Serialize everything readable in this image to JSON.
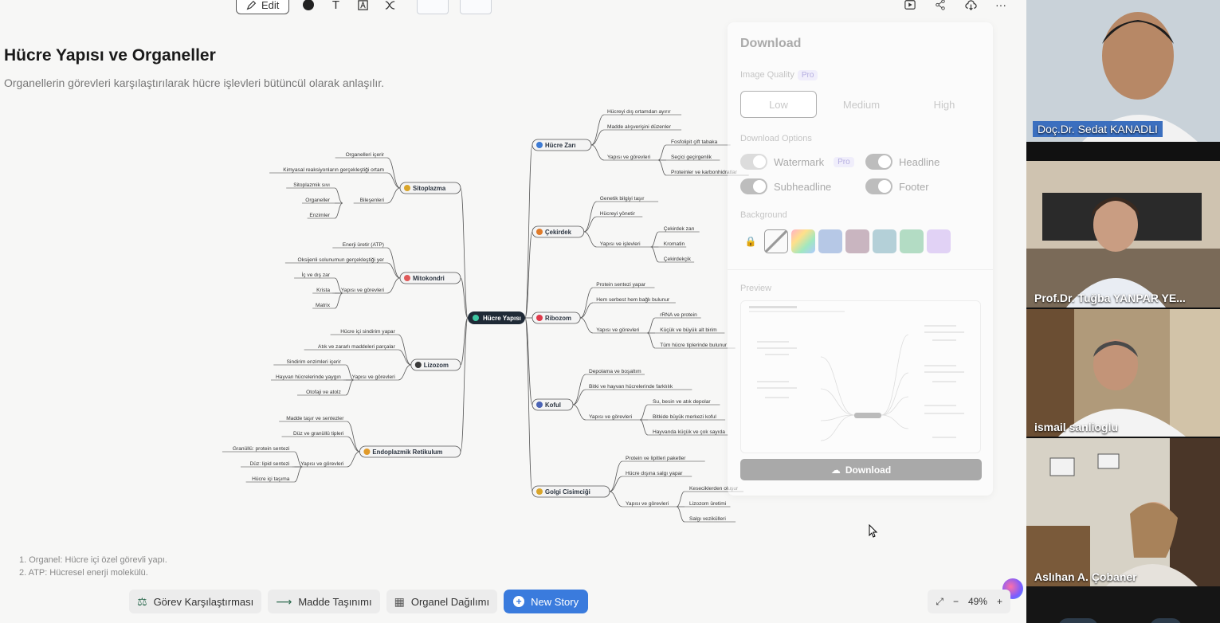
{
  "toolbar": {
    "edit_label": "Edit",
    "text_icon": "T",
    "more_icon": "···"
  },
  "header": {
    "title": "Hücre Yapısı ve Organeller",
    "subtitle": "Organellerin görevleri karşılaştırılarak hücre işlevleri bütüncül olarak anlaşılır."
  },
  "mindmap": {
    "root": "Hücre Yapısı",
    "left": [
      {
        "label": "Sitoplazma",
        "children": [
          "Organelleri içerir",
          "Kimyasal reaksiyonların gerçekleştiği ortam",
          "Bileşenleri"
        ],
        "sub": [
          "Sitoplazmik sıvı",
          "Organeller",
          "Enzimler"
        ]
      },
      {
        "label": "Mitokondri",
        "children": [
          "Enerji üretir (ATP)",
          "Oksijenli solunumun gerçekleştiği yer",
          "Yapısı ve görevleri"
        ],
        "sub": [
          "İç ve dış zar",
          "Krista",
          "Matrix"
        ]
      },
      {
        "label": "Lizozom",
        "children": [
          "Hücre içi sindirim yapar",
          "Atık ve zararlı maddeleri parçalar",
          "Yapısı ve görevleri"
        ],
        "sub": [
          "Sindirim enzimleri içerir",
          "Hayvan hücrelerinde yaygın",
          "Otofaji ve atolz"
        ]
      },
      {
        "label": "Endoplazmik Retikulum",
        "children": [
          "Madde taşır ve sentezler",
          "Düz ve granüllü tipleri",
          "Yapısı ve görevleri"
        ],
        "sub": [
          "Granüllü: protein sentezi",
          "Düz: lipid sentezi",
          "Hücre içi taşıma"
        ]
      }
    ],
    "right": [
      {
        "label": "Hücre Zarı",
        "children": [
          "Hücreyi dış ortamdan ayırır",
          "Madde alışverişini düzenler",
          "Yapısı ve görevleri"
        ],
        "sub": [
          "Fosfolipit çift tabaka",
          "Seçici geçirgenlik",
          "Proteinler ve karbonhidratlar"
        ]
      },
      {
        "label": "Çekirdek",
        "children": [
          "Genetik bilgiyi taşır",
          "Hücreyi yönetir",
          "Yapısı ve işlevleri"
        ],
        "sub": [
          "Çekirdek zarı",
          "Kromatin",
          "Çekirdekçik"
        ]
      },
      {
        "label": "Ribozom",
        "children": [
          "Protein sentezi yapar",
          "Hem serbest hem bağlı bulunur",
          "Yapısı ve görevleri"
        ],
        "sub": [
          "rRNA ve protein",
          "Küçük ve büyük alt birim",
          "Tüm hücre tiplerinde bulunur"
        ]
      },
      {
        "label": "Koful",
        "children": [
          "Depolama ve boşaltım",
          "Bitki ve hayvan hücrelerinde farklılık",
          "Yapısı ve görevleri"
        ],
        "sub": [
          "Su, besin ve atık depolar",
          "Bitkide büyük merkezi koful",
          "Hayvanda küçük ve çok sayıda"
        ]
      },
      {
        "label": "Golgi Cisimciği",
        "children": [
          "Protein ve lipitleri paketler",
          "Hücre dışına salgı yapar",
          "Yapısı ve görevleri"
        ],
        "sub": [
          "Keseciklerden oluşur",
          "Lizozom üretimi",
          "Salgı vezikülleri"
        ]
      }
    ]
  },
  "footnotes": [
    "1. Organel: Hücre içi özel görevli yapı.",
    "2. ATP: Hücresel enerji molekülü."
  ],
  "bottom_bar": {
    "buttons": [
      "Görev Karşılaştırması",
      "Madde Taşınımı",
      "Organel Dağılımı"
    ],
    "new_story": "New Story"
  },
  "zoom": {
    "level": "49%",
    "minus": "−",
    "plus": "+"
  },
  "download_panel": {
    "title": "Download",
    "image_quality_label": "Image Quality",
    "pro_tag": "Pro",
    "quality_options": [
      "Low",
      "Medium",
      "High"
    ],
    "download_options_label": "Download Options",
    "options": [
      "Watermark",
      "Headline",
      "Subheadline",
      "Footer"
    ],
    "background_label": "Background",
    "swatches": [
      "#efefef",
      "#ffb2d0",
      "#b6c8e6",
      "#c9b5c0",
      "#b4d0d8",
      "#b3dcc4",
      "#e1d2f5"
    ],
    "preview_label": "Preview",
    "download_button": "Download"
  },
  "participants": [
    "Doç.Dr. Sedat KANADLI",
    "Prof.Dr. Tuğba YANPAR YE...",
    "ismail sanlioglu",
    "Aslıhan A. Çobaner"
  ]
}
